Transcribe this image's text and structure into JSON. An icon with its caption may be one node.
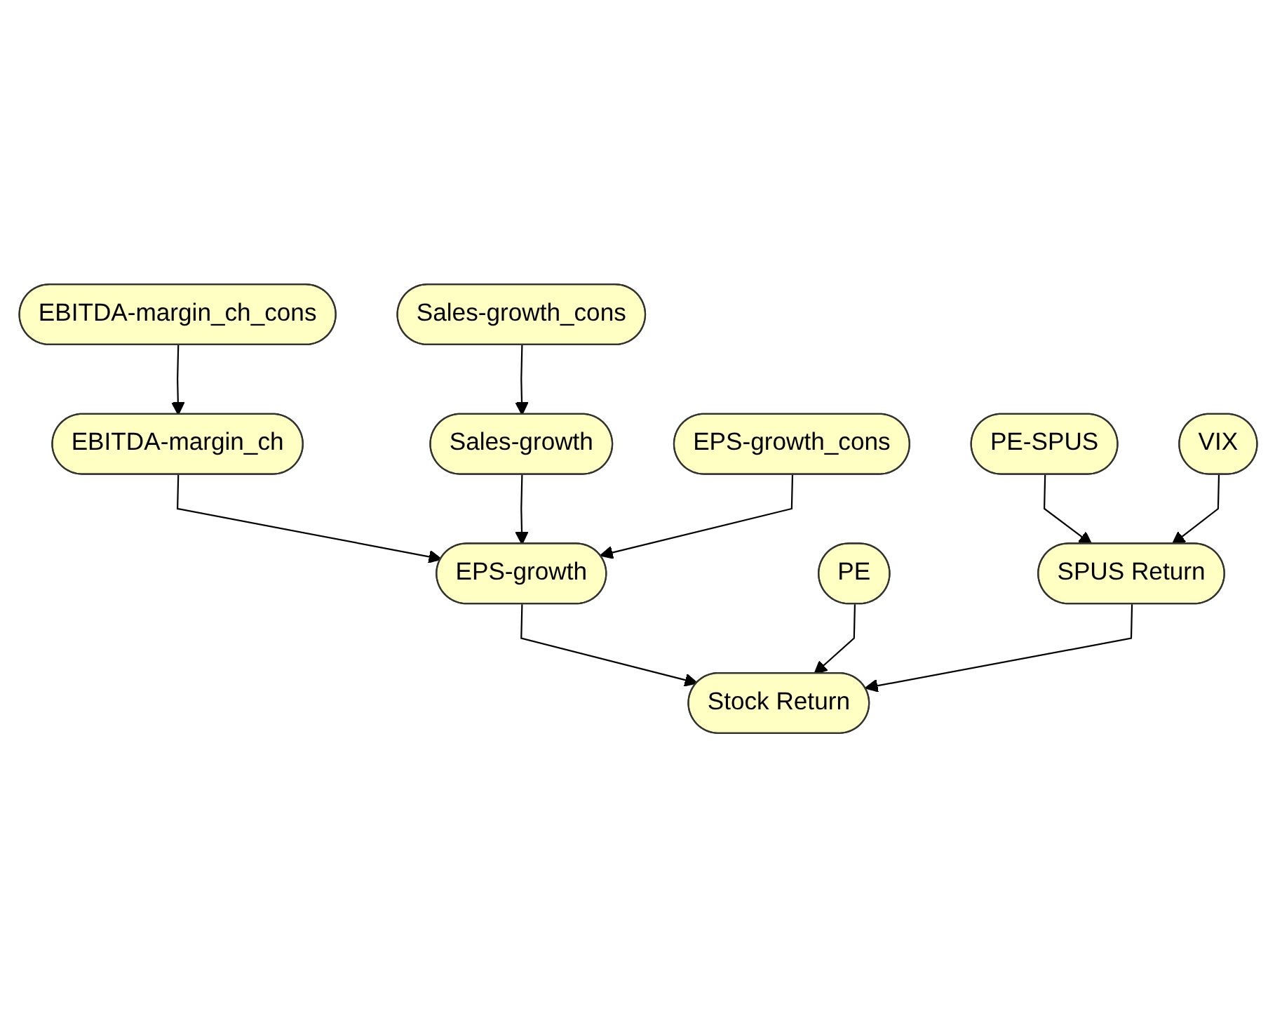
{
  "diagram": {
    "nodes": [
      {
        "text": [
          "EBITDA-margin_ch_cons"
        ]
      },
      {
        "text": [
          "Sales-growth_cons"
        ]
      },
      {
        "text": [
          "EBITDA-margin_ch"
        ]
      },
      {
        "text": [
          "Sales-growth"
        ]
      },
      {
        "text": [
          "EPS-growth_cons"
        ]
      },
      {
        "text": [
          "EPS-growth"
        ]
      },
      {
        "text": [
          "Stock Return"
        ]
      },
      {
        "text": [
          "PE"
        ]
      },
      {
        "text": [
          "SPUS Return"
        ]
      },
      {
        "text": [
          "PE-SPUS"
        ]
      },
      {
        "text": [
          "VIX"
        ]
      }
    ],
    "edges": [
      {
        "from": 0,
        "to": 2,
        "arrow": "to"
      },
      {
        "from": 1,
        "to": 3,
        "arrow": "to"
      },
      {
        "from": 2,
        "to": 5,
        "arrow": "to"
      },
      {
        "from": 3,
        "to": 5,
        "arrow": "to"
      },
      {
        "from": 4,
        "to": 5,
        "arrow": "to"
      },
      {
        "from": 5,
        "to": 6,
        "arrow": "to"
      },
      {
        "from": 7,
        "to": 6,
        "arrow": "to"
      },
      {
        "from": 8,
        "to": 6,
        "arrow": "to"
      },
      {
        "from": 9,
        "to": 8,
        "arrow": "to"
      },
      {
        "from": 10,
        "to": 8,
        "arrow": "to"
      }
    ]
  }
}
